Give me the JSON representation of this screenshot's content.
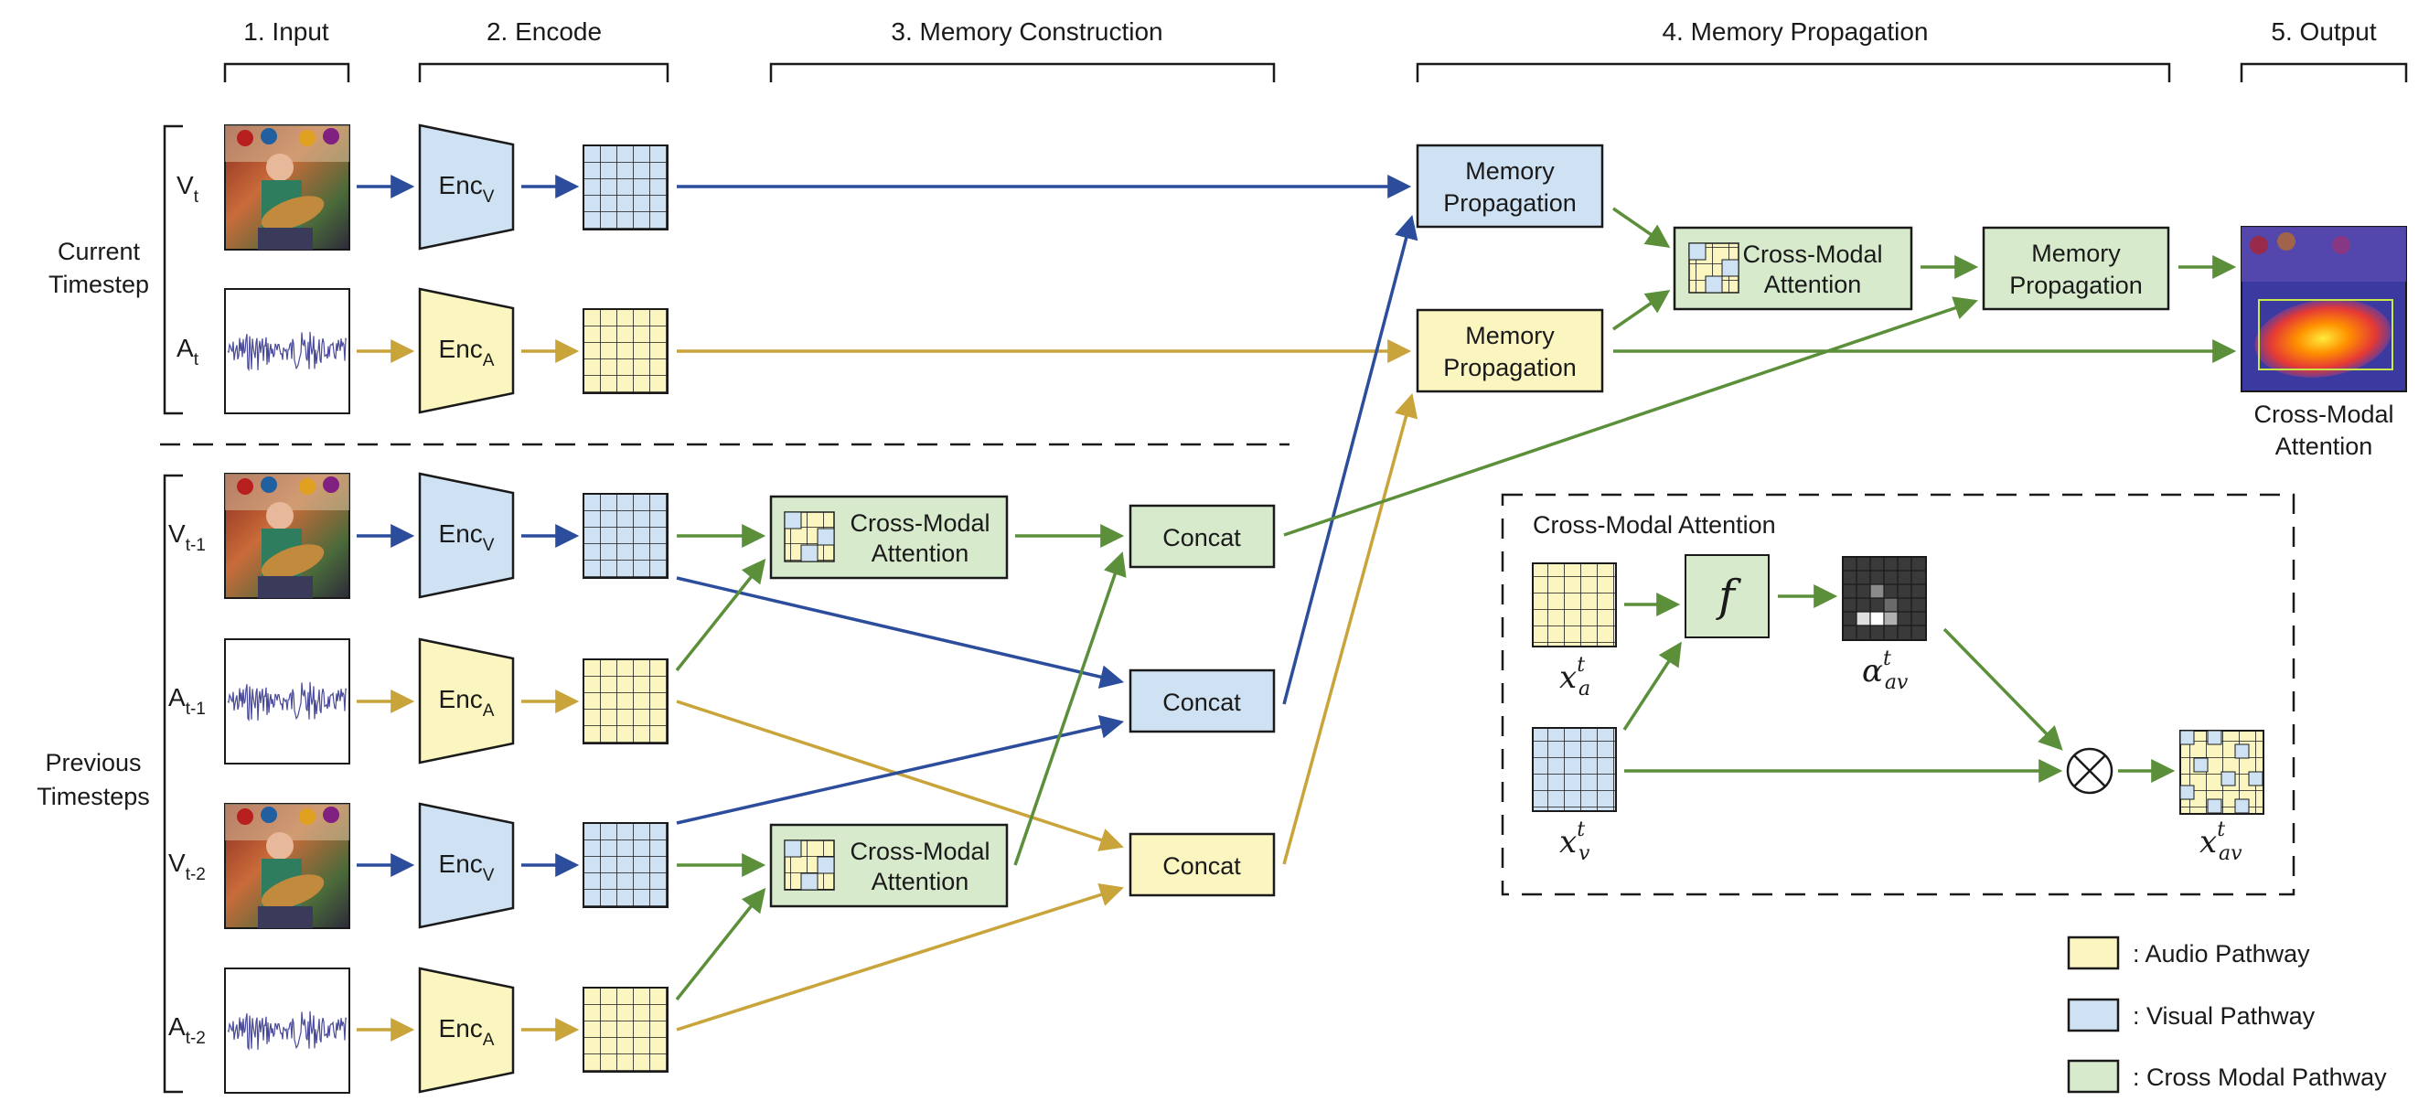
{
  "stages": {
    "input": "1. Input",
    "encode": "2. Encode",
    "memory_construction": "3. Memory Construction",
    "memory_propagation": "4. Memory Propagation",
    "output": "5. Output"
  },
  "groups": {
    "current_line1": "Current",
    "current_line2": "Timestep",
    "previous_line1": "Previous",
    "previous_line2": "Timesteps"
  },
  "rows": {
    "vt": {
      "base": "V",
      "sub": "t"
    },
    "at": {
      "base": "A",
      "sub": "t"
    },
    "vt1": {
      "base": "V",
      "sub": "t-1"
    },
    "at1": {
      "base": "A",
      "sub": "t-1"
    },
    "vt2": {
      "base": "V",
      "sub": "t-2"
    },
    "at2": {
      "base": "A",
      "sub": "t-2"
    }
  },
  "encoders": {
    "visual": {
      "base": "Enc",
      "sub": "V"
    },
    "audio": {
      "base": "Enc",
      "sub": "A"
    }
  },
  "blocks": {
    "cma_line1": "Cross-Modal",
    "cma_line2": "Attention",
    "concat": "Concat",
    "mem_line1": "Memory",
    "mem_line2": "Propagation"
  },
  "output_caption": {
    "line1": "Cross-Modal",
    "line2": "Attention"
  },
  "inset": {
    "title": "Cross-Modal Attention",
    "f_symbol": "f",
    "xa": {
      "base": "x",
      "sup": "t",
      "sub": "a"
    },
    "xv": {
      "base": "x",
      "sup": "t",
      "sub": "v"
    },
    "alpha": {
      "base": "α",
      "sup": "t",
      "sub": "av"
    },
    "xav": {
      "base": "x",
      "sup": "t",
      "sub": "av"
    }
  },
  "legend": [
    {
      "label": ":  Audio Pathway",
      "color": "#fbf6c0"
    },
    {
      "label": ":  Visual Pathway",
      "color": "#cfe2f3"
    },
    {
      "label": ":  Cross Modal Pathway",
      "color": "#d7ebcc"
    }
  ],
  "colors": {
    "audio_fill": "#fbf6c0",
    "visual_fill": "#cfe2f3",
    "cross_fill": "#d7ebcc",
    "visual_arrow": "#2b4d9c",
    "audio_arrow": "#c9a43a",
    "cross_arrow": "#5b8f3a",
    "waveform": "#4a4a9a"
  },
  "icons": {
    "video_frame": "guitar-player-photo",
    "waveform": "audio-waveform",
    "multiply": "circled-times-icon"
  }
}
